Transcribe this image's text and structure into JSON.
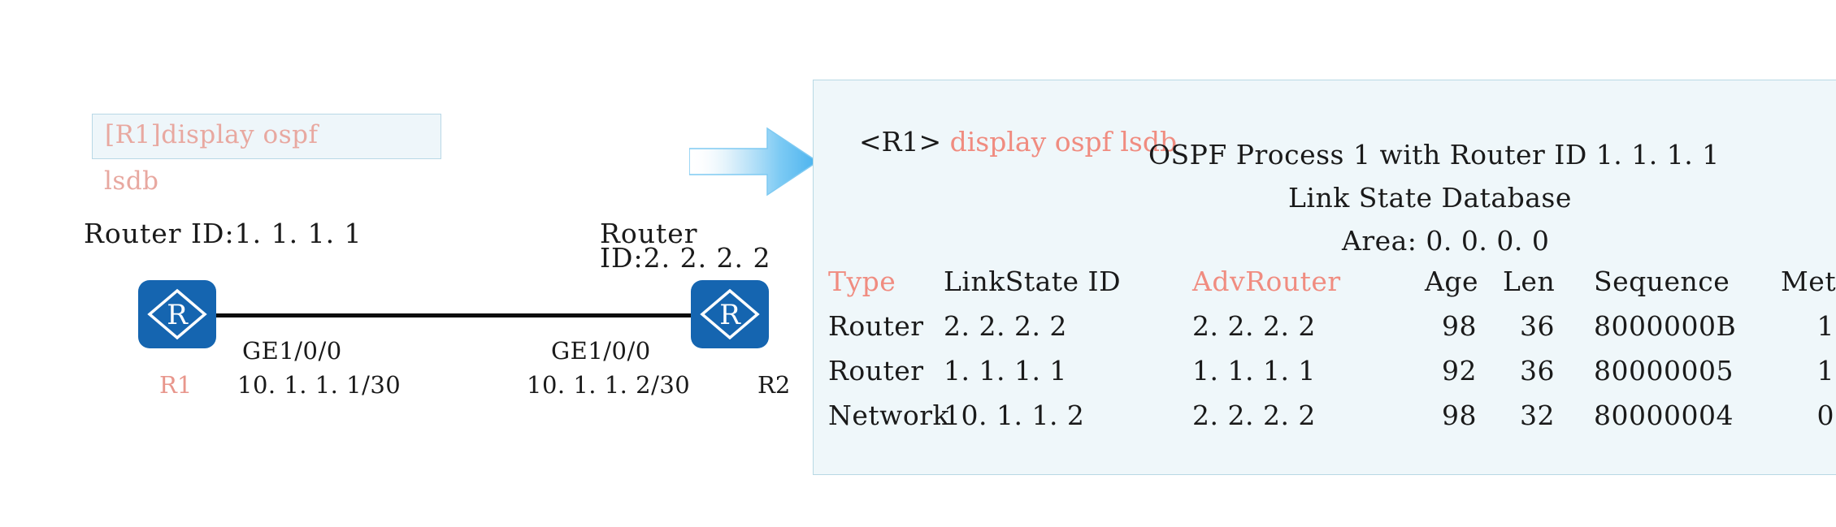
{
  "topology": {
    "command_box": {
      "line1": "[R1]display ospf",
      "line2": "lsdb"
    },
    "left_router": {
      "router_id_label": "Router ID:1. 1. 1. 1",
      "name": "R1",
      "interface": "GE1/0/0",
      "ip": "10. 1. 1. 1/30",
      "icon": "router-icon"
    },
    "right_router": {
      "router_id_label_line1": "Router",
      "router_id_label_line2": "ID:2. 2. 2. 2",
      "name": "R2",
      "interface": "GE1/0/0",
      "ip": "10. 1. 1. 2/30",
      "icon": "router-icon"
    },
    "link": "ethernet-link",
    "arrow": "right-arrow-icon"
  },
  "terminal": {
    "prompt_host": "<R1>",
    "prompt_command": "display ospf lsdb",
    "process_line": "OSPF Process 1 with Router ID 1. 1. 1. 1",
    "title_line": "Link State Database",
    "area_line": "Area: 0. 0. 0. 0",
    "columns": {
      "type": "Type",
      "linkstate_id": "LinkState ID",
      "adv_router": "AdvRouter",
      "age": "Age",
      "len": "Len",
      "sequence": "Sequence",
      "metric": "Metric"
    },
    "rows": [
      {
        "type": "Router",
        "linkstate_id": "2. 2. 2. 2",
        "adv_router": "2. 2. 2. 2",
        "age": "98",
        "len": "36",
        "sequence": "8000000B",
        "metric": "1"
      },
      {
        "type": "Router",
        "linkstate_id": "1. 1. 1. 1",
        "adv_router": "1. 1. 1. 1",
        "age": "92",
        "len": "36",
        "sequence": "80000005",
        "metric": "1"
      },
      {
        "type": "Network",
        "linkstate_id": "10. 1. 1. 2",
        "adv_router": "2. 2. 2. 2",
        "age": "98",
        "len": "32",
        "sequence": "80000004",
        "metric": "0"
      }
    ]
  },
  "colors": {
    "accent_red": "#f08c80",
    "router_blue": "#1565b0",
    "panel_bg": "#eff7fa",
    "panel_border": "#b8d9e4",
    "arrow_blue": "#5fbcf0"
  }
}
